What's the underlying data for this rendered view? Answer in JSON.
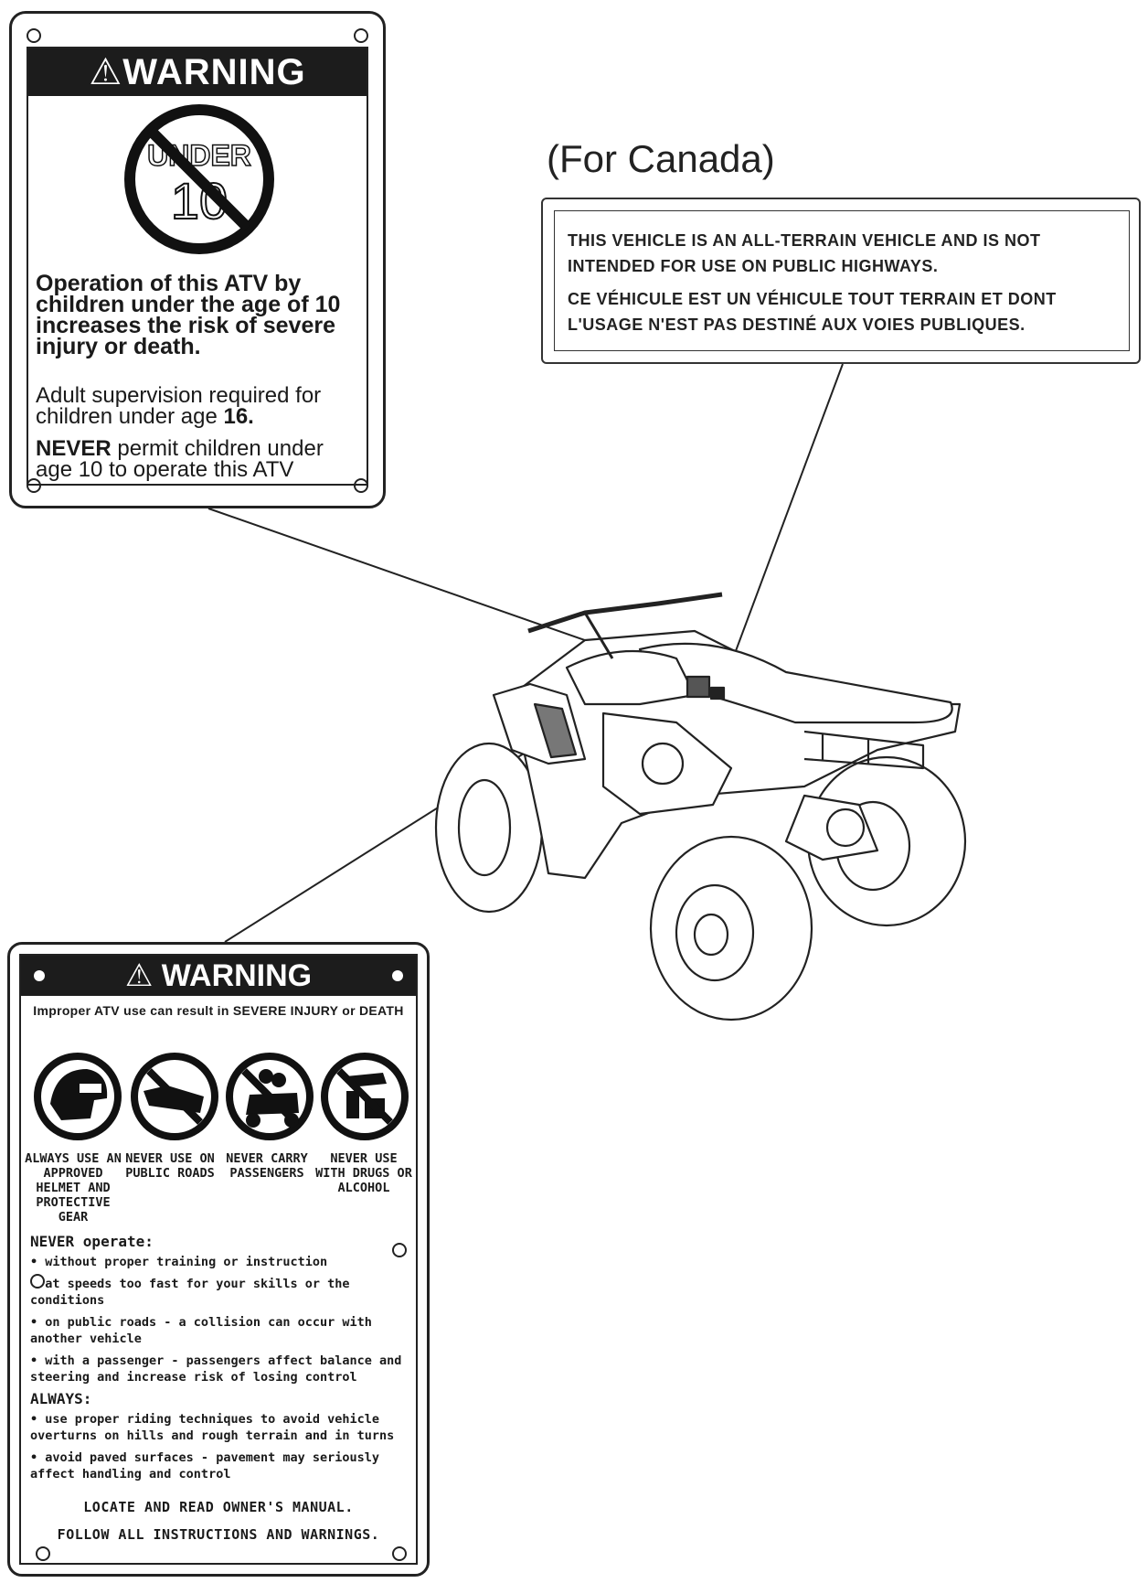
{
  "label_under10": {
    "header": "WARNING",
    "sign_top": "UNDER",
    "sign_num": "10",
    "main_text": "Operation of this ATV by children under the age of 10 increases the risk of severe injury or death.",
    "supervision_text": "Adult supervision required for children under age",
    "supervision_age": "16.",
    "never_word": "NEVER",
    "never_text": "permit children under age 10 to operate this ATV"
  },
  "canada": {
    "title": "(For Canada)",
    "english": "THIS VEHICLE IS AN ALL-TERRAIN VEHICLE AND IS NOT INTENDED FOR USE ON PUBLIC HIGHWAYS.",
    "french": "CE VÉHICULE EST UN VÉHICULE TOUT TERRAIN ET DONT L'USAGE N'EST PAS DESTINÉ AUX VOIES PUBLIQUES."
  },
  "label_warning": {
    "header": "WARNING",
    "subhead": "Improper ATV use can result in SEVERE INJURY or DEATH",
    "icons": [
      {
        "name": "helmet-icon",
        "caption": "ALWAYS USE AN APPROVED HELMET AND PROTECTIVE GEAR"
      },
      {
        "name": "no-public-roads-icon",
        "caption": "NEVER USE ON PUBLIC ROADS"
      },
      {
        "name": "no-passengers-icon",
        "caption": "NEVER CARRY PASSENGERS"
      },
      {
        "name": "no-drugs-alcohol-icon",
        "caption": "NEVER USE WITH DRUGS OR ALCOHOL"
      }
    ],
    "never_heading": "NEVER operate:",
    "never_items": [
      "• without proper training or instruction",
      "• at speeds too fast for your skills or the conditions",
      "• on public roads - a collision can occur with another vehicle",
      "• with a passenger - passengers affect balance and steering and increase risk of losing control"
    ],
    "always_heading": "ALWAYS:",
    "always_items": [
      "• use proper riding techniques to avoid vehicle overturns on hills and rough terrain and in turns",
      "• avoid paved surfaces - pavement may seriously affect handling and control"
    ],
    "footer_1": "LOCATE AND READ OWNER'S MANUAL.",
    "footer_2": "FOLLOW ALL INSTRUCTIONS AND WARNINGS."
  }
}
